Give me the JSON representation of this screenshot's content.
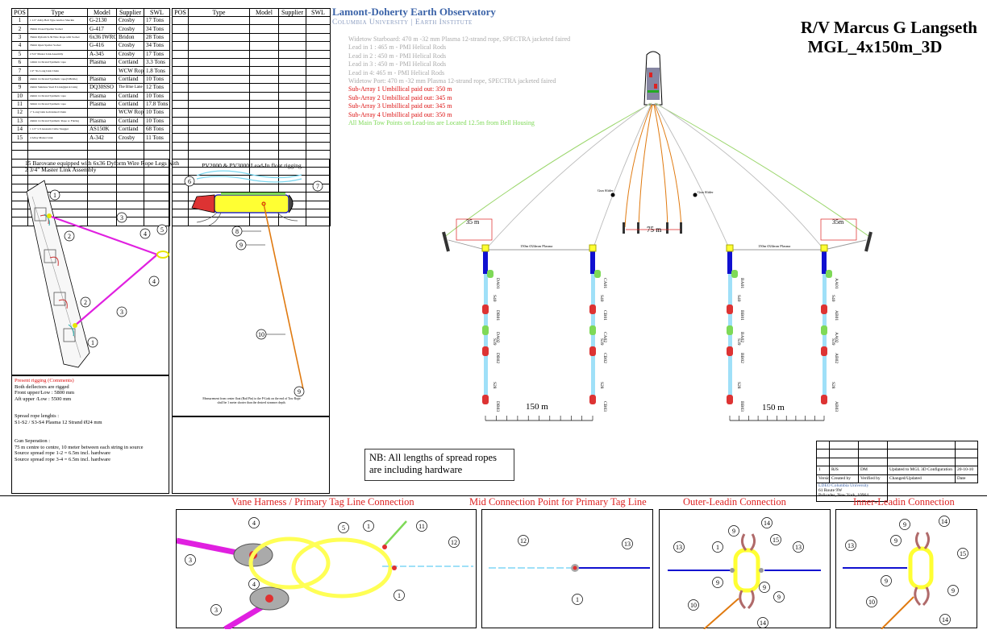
{
  "equipment_table": {
    "headers": [
      "POS",
      "Type",
      "Model",
      "Supplier",
      "SWL"
    ],
    "rows": [
      {
        "pos": "1",
        "type": "1 1/2\" Alloy Bolt Type Anchor Shackle",
        "model": "G-2130",
        "supplier": "Crosby",
        "swl": "17 Tons"
      },
      {
        "pos": "2",
        "type": "35mm Closed Spelter Socket",
        "model": "G-417",
        "supplier": "Crosby",
        "swl": "34 Tons"
      },
      {
        "pos": "3",
        "type": "35mm Dyform 6-36 Wire Rope with Socket",
        "model": "6x36 IWRC",
        "supplier": "Bridon",
        "swl": "28 Tons"
      },
      {
        "pos": "4",
        "type": "35mm Open Spelter Socket",
        "model": "G-416",
        "supplier": "Crosby",
        "swl": "34 Tons"
      },
      {
        "pos": "5",
        "type": "2 3/4\" Master Link Assembly",
        "model": "A-345",
        "supplier": "Crosby",
        "swl": "17 Tons"
      },
      {
        "pos": "6",
        "type": "12mm 12-Strand Synthetic rope",
        "model": "Plasma",
        "supplier": "Cortland",
        "swl": "3.3 Tons"
      },
      {
        "pos": "7",
        "type": "1/2\" 5G Long Link Chain",
        "model": "",
        "supplier": "WCW Rope",
        "swl": "1.8 Tons"
      },
      {
        "pos": "8",
        "type": "24mm 12-Strand Synthetic rope(T-Bridle)",
        "model": "Plasma",
        "supplier": "Cortland",
        "swl": "10 Tons"
      },
      {
        "pos": "9",
        "type": "24mm Stainless Steel P-Link(Quick Link)",
        "model": "DQ30SSO",
        "supplier": "The Blue Lane",
        "swl": "12 Tons"
      },
      {
        "pos": "10",
        "type": "24mm 12-Strand Synthetic rope",
        "model": "Plasma",
        "supplier": "Cortland",
        "swl": "10 Tons"
      },
      {
        "pos": "11",
        "type": "32mm 12-Strand Synthetic rope",
        "model": "Plasma",
        "supplier": "Cortland",
        "swl": "17.8 Tons"
      },
      {
        "pos": "12",
        "type": "1\" Long Link Galvanized Chain",
        "model": "",
        "supplier": "WCW Rope",
        "swl": "10 Tons"
      },
      {
        "pos": "13",
        "type": "24mm 12-Strand Synthetic Rope w. Fairing",
        "model": "Plasma",
        "supplier": "Cortland",
        "swl": "10 Tons"
      },
      {
        "pos": "14",
        "type": "1 1/2\" x 9 Assassin Cable Snagger",
        "model": "AS150K",
        "supplier": "Cortland",
        "swl": "68 Tons"
      },
      {
        "pos": "15",
        "type": "2 Alloy Master Link",
        "model": "A-342",
        "supplier": "Crosby",
        "swl": "11 Tons"
      }
    ],
    "empty_rows": 10
  },
  "second_table": {
    "headers": [
      "POS",
      "Type",
      "Model",
      "Supplier",
      "SWL"
    ],
    "empty_rows": 25
  },
  "barovane": {
    "title_line1": "15 Barovane equipped with 6x36 Dyform Wire Rope Legs with",
    "title_line2": "2 3/4\" Master Link Assembly"
  },
  "pv_float": {
    "title": "PV2000 & PV3000 Lead-In float rigging",
    "note_line1": "Measurement from center float (Bail Pin) to the P-Link on the end of Tow Rope",
    "note_line2": "shall be 1 meter shorter than the desired streamer depth."
  },
  "comments": {
    "heading": "Present rigging (Comments)",
    "lines": [
      "Both deflectors are rigged",
      "Front upper/Low : 5800 mm",
      "Aft upper /Low : 5500 mm"
    ],
    "spread_heading": "Spread rope lenghts :",
    "spread_line": "S1-S2 / S3-S4  Plasma 12 Strand Ø24 mm",
    "gun_heading": "Gun Seperation :",
    "gun_lines": [
      "75 m centre to centre, 10 meter between each string in source",
      "Source spread rope 1-2 = 6.5m incl. hardware",
      "Source spread rope 3-4 = 6.5m incl. hardware"
    ]
  },
  "logo": {
    "line1": "Lamont-Doherty Earth Observatory",
    "line2": "Columbia University | Earth Institute"
  },
  "header": {
    "title1": "R/V Marcus G Langseth",
    "title2": "MGL_4x150m_3D"
  },
  "tow_notes": {
    "grey": [
      "Widetow  Starboard: 470 m -32 mm Plasma 12-strand rope, SPECTRA jacketed  faired",
      "Lead in 1 : 465 m -  PMI Helical Rods",
      "Lead in 2 : 450 m -  PMI Helical Rods",
      "Lead in 3 : 450 m -  PMI Helical Rods",
      "Lead in 4:  465 m -  PMI Helical Rods",
      "Widetow Port: 470 m -32 mm Plasma 12-strand rope, SPECTRA jacketed faired"
    ],
    "red": [
      "Sub-Array 1 Umbillical paid out: 350 m",
      "Sub-Array 2 Umbillical paid out: 345 m",
      "Sub-Array 3 Umbillical paid out: 345 m",
      "Sub-Array 4 Umbillical paid out: 350 m"
    ],
    "green": "All Main Tow Points on Lead-ins are Located 12.5m from Bell Housing"
  },
  "layout_labels": {
    "left_35m": "35 m",
    "right_35m": "35m",
    "gap_75m": "75 m",
    "left_150m": "150 m",
    "right_150m": "150 m",
    "gun_slider_left": "Gun Slider",
    "gun_slider_right": "Gun Slider",
    "spread_left": "150m Ø24mm Plasma",
    "spread_right": "150m Ø24mm Plasma",
    "strings": [
      {
        "top_mid": "DA01",
        "a": "DB01",
        "b": "DA02",
        "c": "DB02",
        "d": "DB03",
        "s40": "S40",
        "s39": "S39",
        "s28": "S28"
      },
      {
        "top_mid": "CA01",
        "a": "CB01",
        "b": "CA02",
        "c": "CB02",
        "d": "CB03",
        "s40": "S40",
        "s39": "S39",
        "s28": "S28"
      },
      {
        "top_mid": "BA01",
        "a": "BB01",
        "b": "BA02",
        "c": "BB02",
        "d": "BB03",
        "s40": "S40",
        "s39": "S39",
        "s28": "S28"
      },
      {
        "top_mid": "AA01",
        "a": "AB01",
        "b": "AA02",
        "c": "AB02",
        "d": "AB03",
        "s40": "S40",
        "s39": "S39",
        "s28": "S28"
      }
    ]
  },
  "nb": {
    "line1": "NB: All lengths of spread ropes",
    "line2": "are including hardware"
  },
  "revision": {
    "row": [
      "1",
      "RJS",
      "DM",
      "Updated to MGL 3D Configuration",
      "20-10-10"
    ],
    "headers": [
      "Version",
      "Created by",
      "Verified by",
      "Changed/Updated",
      "Date"
    ],
    "org_line1": "LDEO Columbia University",
    "org_line2": "61 Route 9W",
    "org_line3": "Palisades, New York, 10964"
  },
  "details": {
    "vane_title": "Vane Harness / Primary Tag Line Connection",
    "mid_title": "Mid Connection Point for Primary Tag Line",
    "outer_title": "Outer-Leadin Connection",
    "inner_title": "Inner-Leadin Connection"
  },
  "colors": {
    "magenta": "#e020e0",
    "yellow": "#ffff66",
    "green": "#7ed957",
    "red": "#dd2222",
    "blue": "#1010d0",
    "lightblue": "#9fe0f8",
    "orange": "#e07a10",
    "logo_blue": "#3b63a8"
  }
}
